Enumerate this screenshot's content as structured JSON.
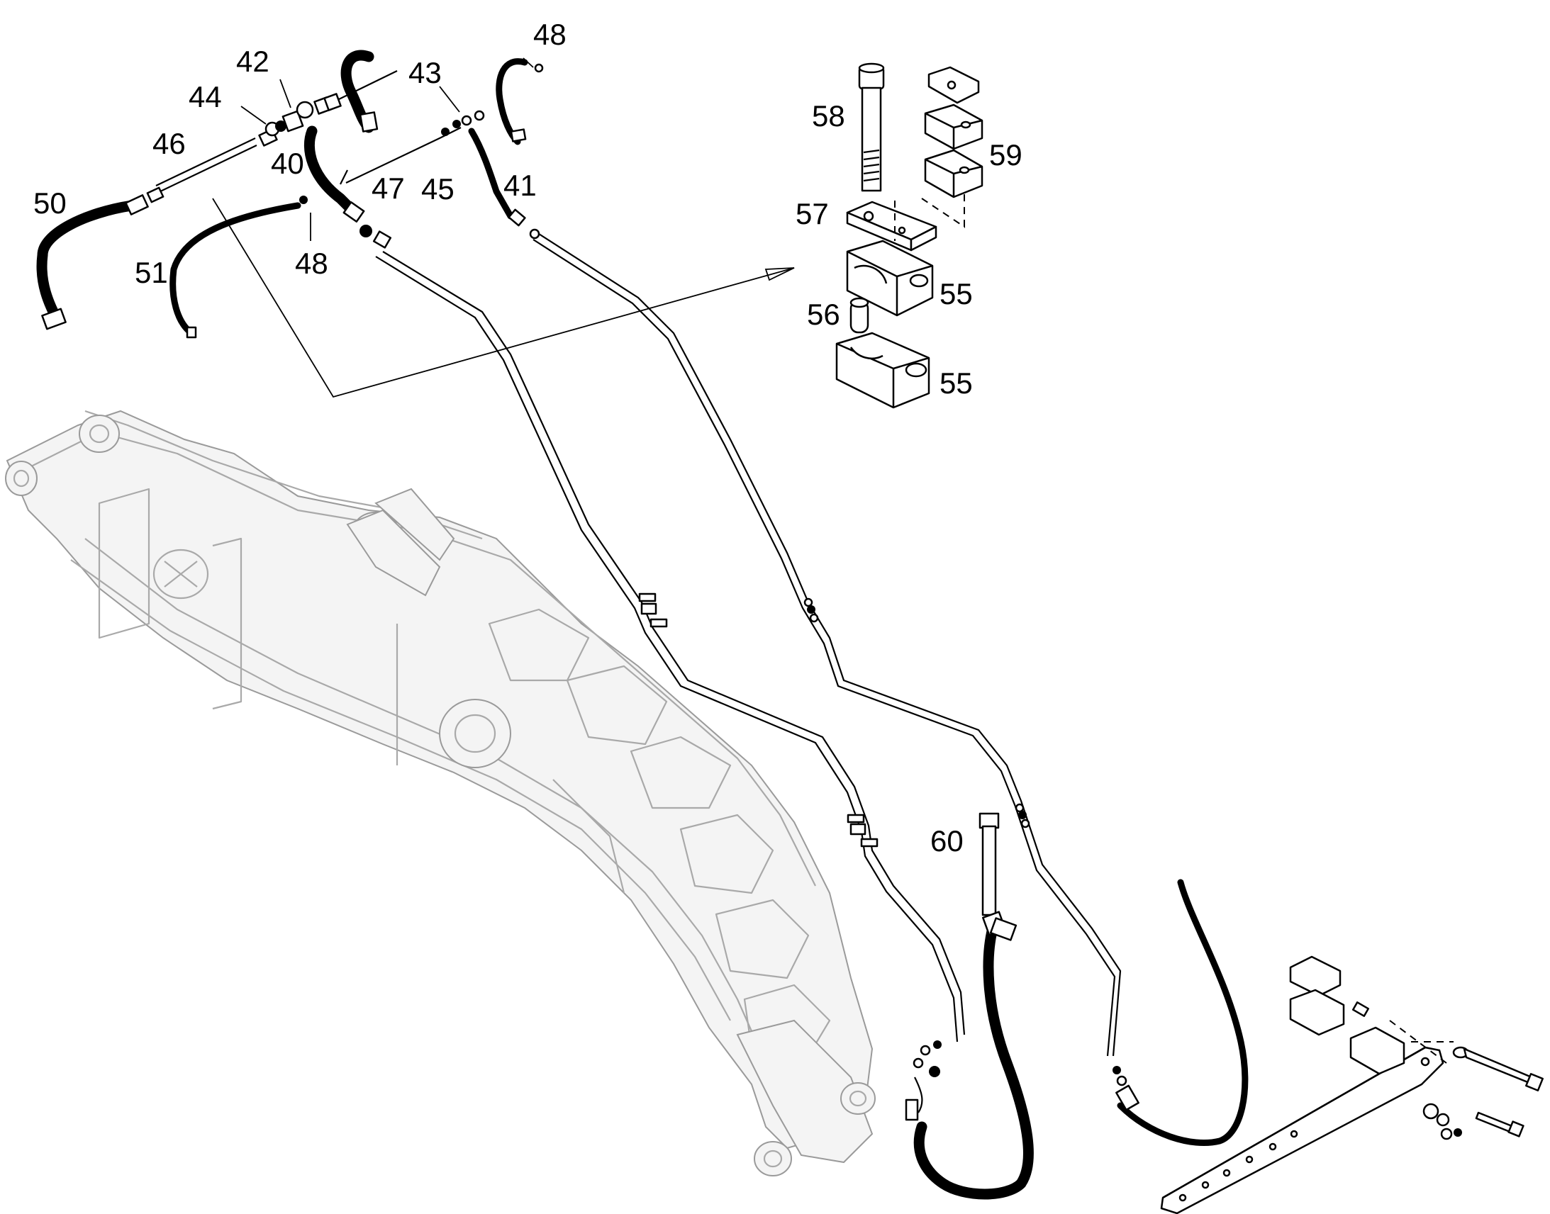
{
  "diagram": {
    "callouts": {
      "c40": "40",
      "c41": "41",
      "c42": "42",
      "c43": "43",
      "c44": "44",
      "c45": "45",
      "c46": "46",
      "c47": "47",
      "c48a": "48",
      "c48b": "48",
      "c50": "50",
      "c51": "51",
      "c55a": "55",
      "c55b": "55",
      "c56": "56",
      "c57": "57",
      "c58": "58",
      "c59": "59",
      "c60": "60"
    }
  }
}
